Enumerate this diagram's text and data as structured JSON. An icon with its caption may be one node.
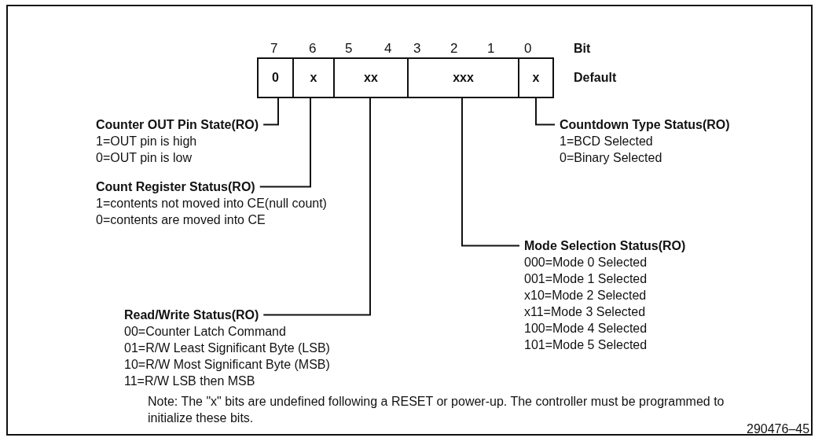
{
  "diagram": {
    "nodes": [
      {
        "text": [
          "0"
        ]
      },
      {
        "text": [
          "x"
        ]
      },
      {
        "text": [
          "xx"
        ]
      },
      {
        "text": [
          "xxx"
        ]
      },
      {
        "text": [
          "x"
        ]
      },
      {
        "text": [
          "Counter OUT Pin State(RO)",
          "1=OUT pin is high",
          "0=OUT pin is low"
        ]
      },
      {
        "text": [
          "Count Register Status(RO)",
          "1=contents not moved into CE(null count)",
          "0=contents are moved into CE"
        ]
      },
      {
        "text": [
          "Countdown Type Status(RO)",
          "1=BCD Selected",
          "0=Binary Selected"
        ]
      },
      {
        "text": [
          "Mode Selection Status(RO)",
          "000=Mode 0 Selected",
          "001=Mode 1 Selected",
          "x10=Mode 2 Selected",
          "x11=Mode 3 Selected",
          "100=Mode 4 Selected",
          "101=Mode 5 Selected"
        ]
      },
      {
        "text": [
          "Read/Write Status(RO)",
          "00=Counter Latch Command",
          "01=R/W Least Significant Byte (LSB)",
          "10=R/W Most Significant Byte (MSB)",
          "11=R/W LSB then MSB"
        ]
      }
    ],
    "edges": [
      {
        "from": 0,
        "to": 5,
        "arrow": "none"
      },
      {
        "from": 1,
        "to": 6,
        "arrow": "none"
      },
      {
        "from": 2,
        "to": 9,
        "arrow": "none"
      },
      {
        "from": 3,
        "to": 8,
        "arrow": "none"
      },
      {
        "from": 4,
        "to": 7,
        "arrow": "none"
      }
    ],
    "labels": [
      "7",
      "6",
      "5",
      "4",
      "3",
      "2",
      "1",
      "0",
      "Bit",
      "Default",
      "Note: The \"x\" bits are undefined following a RESET or power-up. The controller must be programmed to initialize these bits.",
      "290476–45"
    ]
  }
}
